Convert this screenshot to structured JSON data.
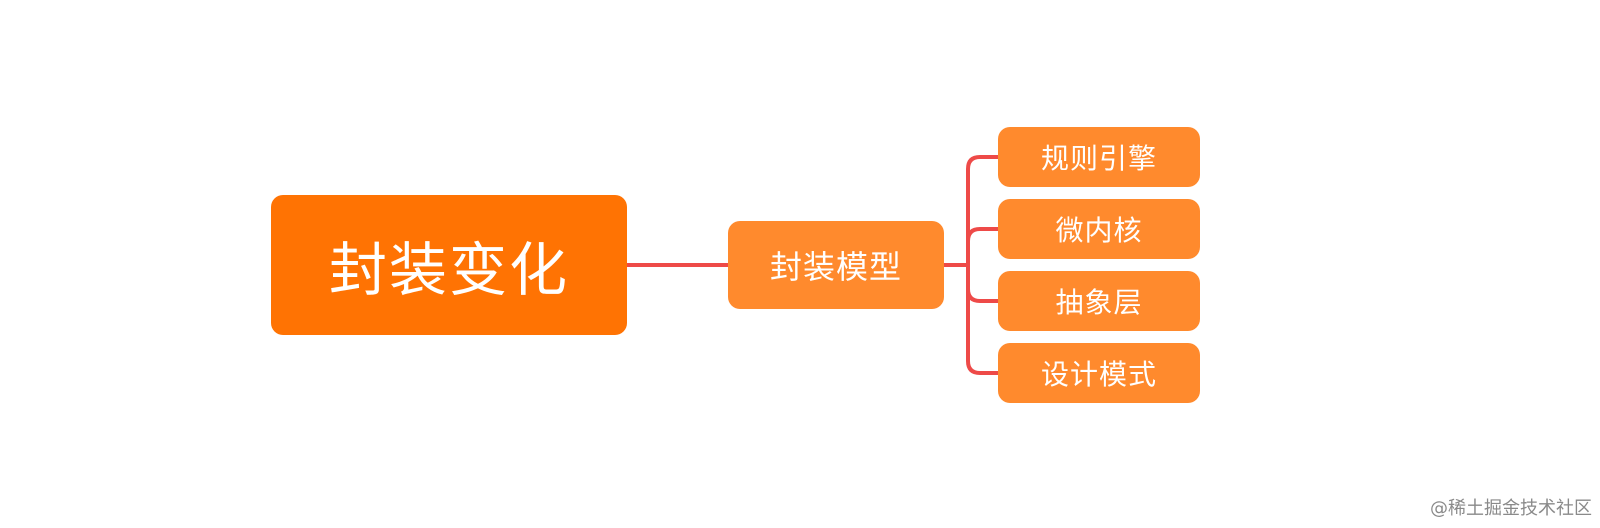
{
  "mindmap": {
    "root": {
      "label": "封装变化"
    },
    "branch": {
      "label": "封装模型"
    },
    "leaves": [
      {
        "label": "规则引擎"
      },
      {
        "label": "微内核"
      },
      {
        "label": "抽象层"
      },
      {
        "label": "设计模式"
      }
    ]
  },
  "watermark": "@稀土掘金技术社区",
  "colors": {
    "root_fill": "#FF7303",
    "node_fill": "#FF8A2D",
    "connector": "#EE4A48",
    "text": "#FFFFFF",
    "background": "#FFFFFF"
  }
}
